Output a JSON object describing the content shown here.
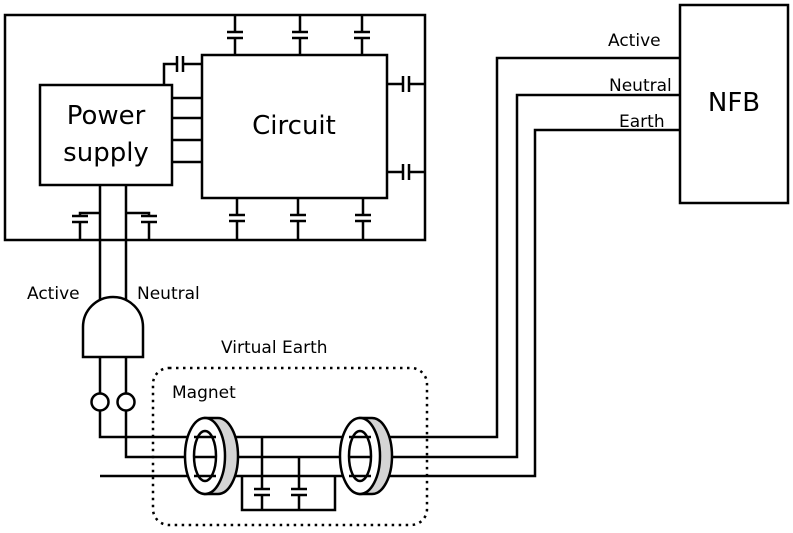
{
  "blocks": {
    "power_supply": [
      "Power",
      "supply"
    ],
    "circuit": "Circuit",
    "nfb": "NFB"
  },
  "nfb_lines": {
    "active": "Active",
    "neutral": "Neutral",
    "earth": "Earth"
  },
  "plug_lines": {
    "active": "Active",
    "neutral": "Neutral"
  },
  "virtual_earth": "Virtual Earth",
  "magnet": "Magnet",
  "colors": {
    "line": "#000000",
    "core": "#d4d4d4",
    "background": "#ffffff"
  }
}
